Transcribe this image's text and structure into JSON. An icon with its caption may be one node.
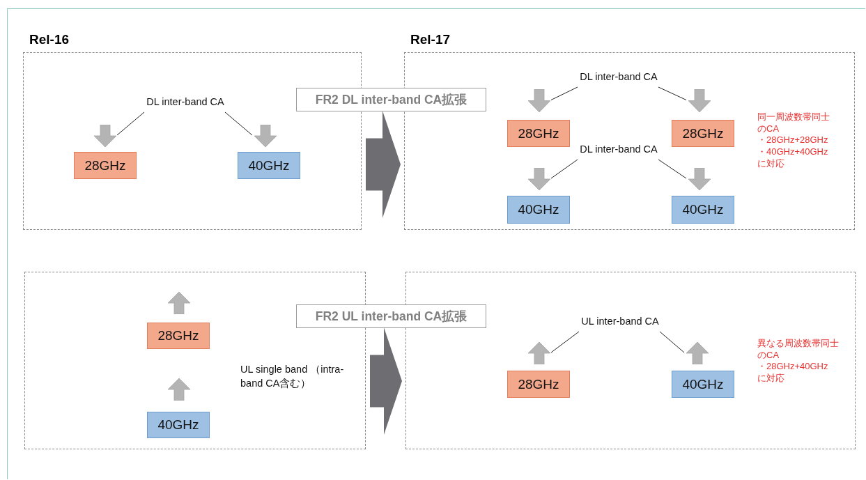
{
  "diagram": {
    "nodes": [
      {
        "text": [
          "Rel-16"
        ]
      },
      {
        "text": [
          "DL inter-band CA"
        ],
        "in": 0
      },
      {
        "text": [],
        "shape": "arrow",
        "in": 0
      },
      {
        "text": [],
        "shape": "arrow",
        "in": 0
      },
      {
        "text": [
          "28GHz"
        ],
        "in": 0
      },
      {
        "text": [
          "40GHz"
        ],
        "in": 0
      },
      {
        "text": [
          "Rel-17"
        ]
      },
      {
        "text": [
          "DL inter-band CA"
        ],
        "in": 6
      },
      {
        "text": [],
        "shape": "arrow",
        "in": 6
      },
      {
        "text": [],
        "shape": "arrow",
        "in": 6
      },
      {
        "text": [
          "28GHz"
        ],
        "in": 6
      },
      {
        "text": [
          "28GHz"
        ],
        "in": 6
      },
      {
        "text": [
          "DL inter-band CA"
        ],
        "in": 6
      },
      {
        "text": [],
        "shape": "arrow",
        "in": 6
      },
      {
        "text": [],
        "shape": "arrow",
        "in": 6
      },
      {
        "text": [
          "40GHz"
        ],
        "in": 6
      },
      {
        "text": [
          "40GHz"
        ],
        "in": 6
      },
      {
        "text": [],
        "shape": "box"
      },
      {
        "text": [],
        "shape": "arrow",
        "in": 17
      },
      {
        "text": [
          "28GHz"
        ],
        "in": 17
      },
      {
        "text": [],
        "shape": "arrow",
        "in": 17
      },
      {
        "text": [
          "40GHz"
        ],
        "in": 17
      },
      {
        "text": [],
        "shape": "box"
      },
      {
        "text": [
          "UL inter-band CA"
        ],
        "in": 22
      },
      {
        "text": [],
        "shape": "arrow",
        "in": 22
      },
      {
        "text": [],
        "shape": "arrow",
        "in": 22
      },
      {
        "text": [
          "28GHz"
        ],
        "in": 22
      },
      {
        "text": [
          "40GHz"
        ],
        "in": 22
      }
    ],
    "edges": [
      {
        "from": 1,
        "to": 2,
        "arrow": "none"
      },
      {
        "from": 1,
        "to": 3,
        "arrow": "none"
      },
      {
        "from": 7,
        "to": 8,
        "arrow": "none"
      },
      {
        "from": 7,
        "to": 9,
        "arrow": "none"
      },
      {
        "from": 12,
        "to": 13,
        "arrow": "none"
      },
      {
        "from": 12,
        "to": 14,
        "arrow": "none"
      },
      {
        "from": 23,
        "to": 24,
        "arrow": "none"
      },
      {
        "from": 23,
        "to": 25,
        "arrow": "none"
      },
      {
        "from": 0,
        "to": 6,
        "arrow": "to",
        "style": "thick",
        "label": "FR2 DL inter-band CA拡張"
      },
      {
        "from": 17,
        "to": 22,
        "arrow": "to",
        "style": "thick",
        "label": "FR2 UL inter-band CA拡張"
      }
    ],
    "labels": [
      "同一周波数帯同士のCA",
      "・28GHz+28GHz",
      "・40GHz+40GHz",
      "に対応",
      "UL single band （intra-band CA含む）",
      "異なる周波数帯同士のCA",
      "・28GHz+40GHz",
      "に対応"
    ]
  }
}
